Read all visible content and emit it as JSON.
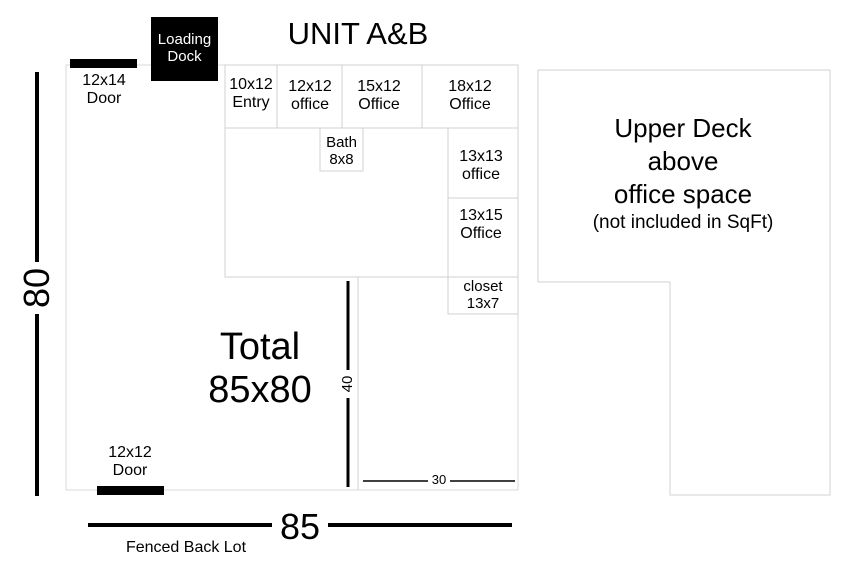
{
  "title": "UNIT A&B",
  "loading_dock": "Loading Dock",
  "doors": {
    "top": {
      "label": "12x14 Door"
    },
    "bottom": {
      "label": "12x12 Door"
    }
  },
  "rooms": {
    "entry": "10x12 Entry",
    "office_12x12": "12x12 office",
    "office_15x12": "15x12 Office",
    "office_18x12": "18x12 Office",
    "bath": "Bath 8x8",
    "office_13x13": "13x13 office",
    "office_13x15": "13x15 Office",
    "closet": "closet 13x7"
  },
  "total": {
    "line1": "Total",
    "line2": "85x80"
  },
  "dimensions": {
    "height": "80",
    "width": "85",
    "inner_height": "40",
    "inner_width": "30"
  },
  "fenced_lot": "Fenced Back Lot",
  "upper_deck": {
    "line1": "Upper Deck",
    "line2": "above",
    "line3": "office space",
    "note": "(not included in SqFt)"
  }
}
